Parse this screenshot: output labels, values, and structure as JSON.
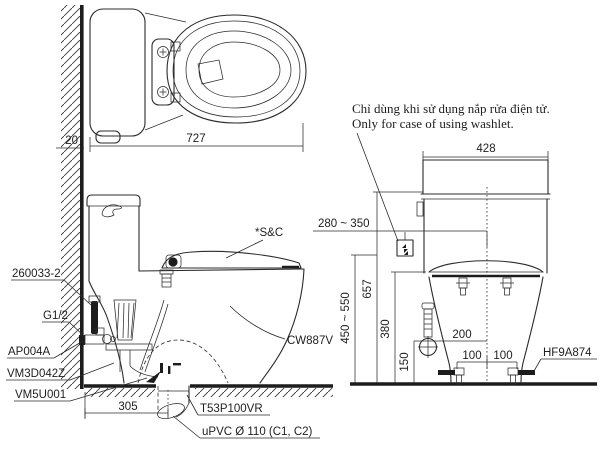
{
  "washlet_note": {
    "vi": "Chỉ dùng khi sử dụng nắp rửa điện tử.",
    "en": "Only for case of using washlet."
  },
  "top_view": {
    "depth": "727",
    "wall_gap": "20"
  },
  "side_view": {
    "rough_in": "305",
    "parts": {
      "supply_hose": "260033-2",
      "inlet_thread": "G1/2",
      "stop_valve": "AP004A",
      "fitting": "VM3D042Z",
      "flange": "VM5U001",
      "drain_joint": "T53P100VR",
      "drain_pipe": "uPVC Ø 110 (C1, C2)",
      "bowl_model": "CW887V",
      "seat": "*S&C"
    }
  },
  "front_view": {
    "tank_width": "428",
    "outlet_range": "280 ~ 350",
    "supply_height_range": "450 ~ 550",
    "total_height": "657",
    "rim_height": "380",
    "valve_height": "150",
    "valve_offset": "200",
    "bolt_offset_left": "100",
    "bolt_offset_right": "100",
    "parts": {
      "bolt_cap": "HF9A874"
    }
  },
  "colors": {
    "ink": "#222222",
    "background": "#ffffff"
  }
}
